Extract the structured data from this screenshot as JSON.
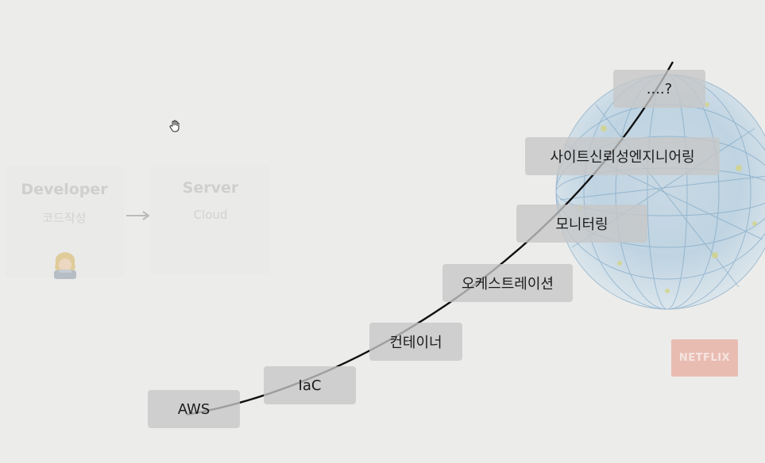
{
  "flow": {
    "developer": {
      "title": "Developer",
      "subtitle": "코드작성"
    },
    "server": {
      "title": "Server",
      "subtitle": "Cloud"
    }
  },
  "steps": [
    {
      "label": "AWS"
    },
    {
      "label": "IaC"
    },
    {
      "label": "컨테이너"
    },
    {
      "label": "오케스트레이션"
    },
    {
      "label": "모니터링"
    },
    {
      "label": "사이트신뢰성엔지니어링"
    },
    {
      "label": "....?"
    }
  ],
  "logo": {
    "text": "NETFLIX",
    "color": "#e9b7ac"
  },
  "colors": {
    "background": "#ececeb",
    "step_box": "#c6c6c6",
    "curve": "#111111"
  }
}
